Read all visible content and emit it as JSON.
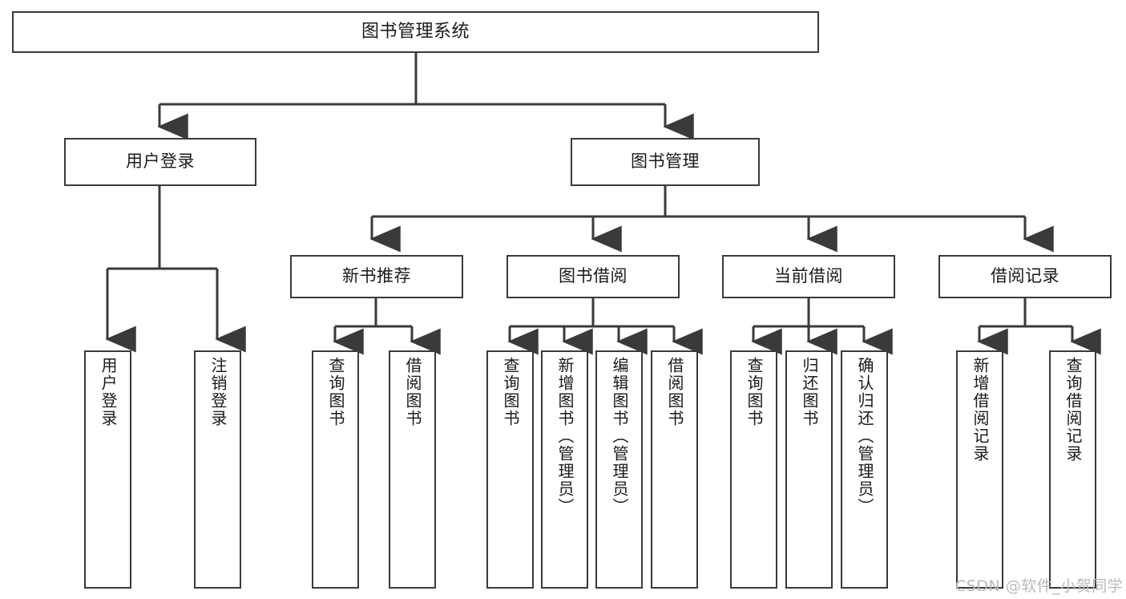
{
  "diagram": {
    "type": "hierarchy-tree",
    "title": "图书管理系统",
    "root": {
      "id": "root",
      "label": "图书管理系统"
    },
    "level2": [
      {
        "id": "user-login",
        "label": "用户登录"
      },
      {
        "id": "book-management",
        "label": "图书管理"
      }
    ],
    "level3": [
      {
        "id": "new-book-recommend",
        "label": "新书推荐",
        "parent": "book-management"
      },
      {
        "id": "book-borrow",
        "label": "图书借阅",
        "parent": "book-management"
      },
      {
        "id": "current-borrow",
        "label": "当前借阅",
        "parent": "book-management"
      },
      {
        "id": "borrow-record",
        "label": "借阅记录",
        "parent": "book-management"
      }
    ],
    "leaves": [
      {
        "id": "leaf-user-login",
        "label": "用户登录",
        "parent": "user-login"
      },
      {
        "id": "leaf-logout-login",
        "label": "注销登录",
        "parent": "user-login"
      },
      {
        "id": "leaf-query-book-1",
        "label": "查询图书",
        "parent": "new-book-recommend"
      },
      {
        "id": "leaf-borrow-book-1",
        "label": "借阅图书",
        "parent": "new-book-recommend"
      },
      {
        "id": "leaf-query-book-2",
        "label": "查询图书",
        "parent": "book-borrow"
      },
      {
        "id": "leaf-add-book",
        "label": "新增图书（管理员）",
        "parent": "book-borrow"
      },
      {
        "id": "leaf-edit-book",
        "label": "编辑图书（管理员）",
        "parent": "book-borrow"
      },
      {
        "id": "leaf-borrow-book-2",
        "label": "借阅图书",
        "parent": "book-borrow"
      },
      {
        "id": "leaf-query-book-3",
        "label": "查询图书",
        "parent": "current-borrow"
      },
      {
        "id": "leaf-return-book",
        "label": "归还图书",
        "parent": "current-borrow"
      },
      {
        "id": "leaf-confirm-return",
        "label": "确认归还（管理员）",
        "parent": "current-borrow"
      },
      {
        "id": "leaf-add-record",
        "label": "新增借阅记录",
        "parent": "borrow-record"
      },
      {
        "id": "leaf-query-record",
        "label": "查询借阅记录",
        "parent": "borrow-record"
      }
    ]
  },
  "watermark": {
    "text": "CSDN @软件_小贺同学"
  },
  "colors": {
    "stroke": "#3a3a3a",
    "text": "#1a1a1a",
    "background": "#ffffff",
    "watermark": "#b9b9b9"
  }
}
